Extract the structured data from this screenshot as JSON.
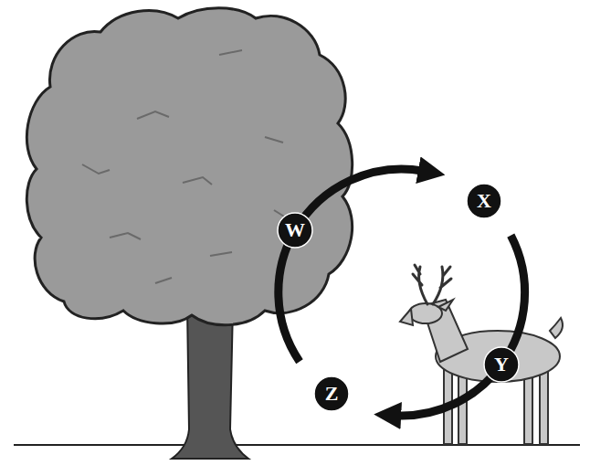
{
  "diagram": {
    "nodes": [
      {
        "text": [
          "W"
        ]
      },
      {
        "text": [
          "X"
        ]
      },
      {
        "text": [
          "Y"
        ]
      },
      {
        "text": [
          "Z"
        ]
      }
    ],
    "edges": [
      {
        "from": 0,
        "to": 1,
        "arrow": "to"
      },
      {
        "from": 1,
        "to": 2,
        "arrow": "none"
      },
      {
        "from": 2,
        "to": 3,
        "arrow": "to"
      },
      {
        "from": 3,
        "to": 0,
        "arrow": "none"
      }
    ]
  }
}
